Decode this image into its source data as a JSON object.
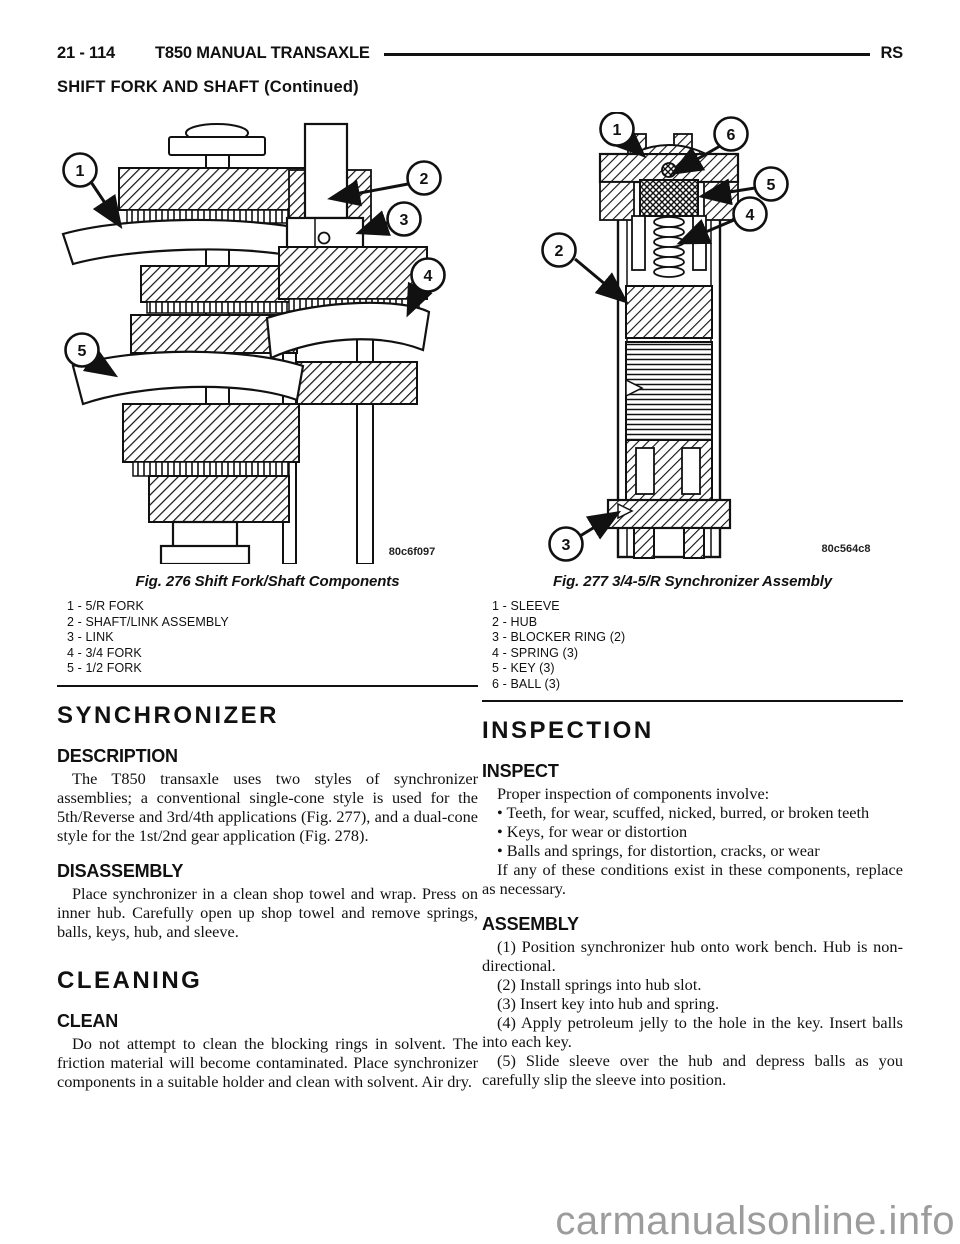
{
  "header": {
    "page_number": "21 - 114",
    "title": "T850 MANUAL TRANSAXLE",
    "model_code": "RS",
    "subheader": "SHIFT FORK AND SHAFT (Continued)"
  },
  "figures": {
    "fig276": {
      "caption": "Fig. 276 Shift Fork/Shaft Components",
      "image_code": "80c6f097",
      "callouts": [
        "1",
        "2",
        "3",
        "4",
        "5"
      ],
      "legend": [
        "1 - 5/R FORK",
        "2 - SHAFT/LINK ASSEMBLY",
        "3 - LINK",
        "4 - 3/4 FORK",
        "5 - 1/2 FORK"
      ]
    },
    "fig277": {
      "caption": "Fig. 277 3/4-5/R Synchronizer Assembly",
      "image_code": "80c564c8",
      "callouts": [
        "1",
        "2",
        "3",
        "4",
        "5",
        "6"
      ],
      "legend": [
        "1 - SLEEVE",
        "2 - HUB",
        "3 - BLOCKER RING (2)",
        "4 - SPRING (3)",
        "5 - KEY (3)",
        "6 - BALL (3)"
      ]
    }
  },
  "sections": {
    "synchronizer": {
      "title": "SYNCHRONIZER",
      "description_heading": "DESCRIPTION",
      "description_text": "The T850 transaxle uses two styles of synchronizer assemblies; a conventional single-cone style is used for the 5th/Reverse and 3rd/4th applications (Fig. 277), and a dual-cone style for the 1st/2nd gear application (Fig. 278).",
      "disassembly_heading": "DISASSEMBLY",
      "disassembly_text": "Place synchronizer in a clean shop towel and wrap. Press on inner hub. Carefully open up shop towel and remove springs, balls, keys, hub, and sleeve."
    },
    "cleaning": {
      "title": "CLEANING",
      "clean_heading": "CLEAN",
      "clean_text": "Do not attempt to clean the blocking rings in solvent. The friction material will become contaminated. Place synchronizer components in a suitable holder and clean with solvent. Air dry."
    },
    "inspection": {
      "title": "INSPECTION",
      "inspect_heading": "INSPECT",
      "inspect_intro": "Proper inspection of components involve:",
      "bullets": [
        "•  Teeth, for wear, scuffed, nicked, burred, or broken teeth",
        "•  Keys, for wear or distortion",
        "•  Balls and springs, for distortion, cracks, or wear"
      ],
      "inspect_outro": "If any of these conditions exist in these components, replace as necessary.",
      "assembly_heading": "ASSEMBLY",
      "assembly_steps": [
        "(1) Position synchronizer hub onto work bench. Hub is non-directional.",
        "(2) Install springs into hub slot.",
        "(3) Insert key into hub and spring.",
        "(4) Apply petroleum jelly to the hole in the key. Insert balls into each key.",
        "(5) Slide sleeve over the hub and depress balls as you carefully slip the sleeve into position."
      ]
    }
  },
  "watermark": "carmanualsonline.info"
}
